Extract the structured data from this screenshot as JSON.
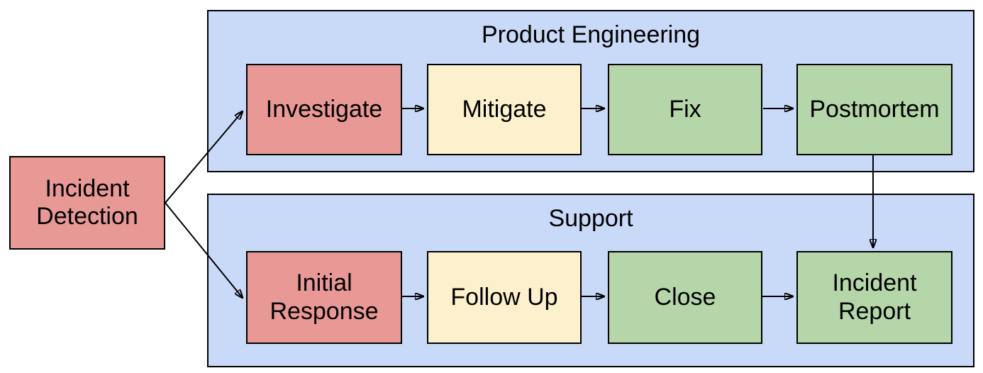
{
  "diagram": {
    "colors": {
      "node_red": "#e89996",
      "node_yellow": "#fdf0cc",
      "node_green": "#b5d6a9",
      "lane_fill": "#c9daf8",
      "stroke": "#000000",
      "text": "#000000",
      "background": "#ffffff"
    },
    "start_node": {
      "id": "incident-detection",
      "label": "Incident Detection",
      "color_role": "red"
    },
    "lanes": [
      {
        "id": "product-engineering",
        "label": "Product Engineering",
        "nodes": [
          {
            "id": "investigate",
            "label": "Investigate",
            "color_role": "red"
          },
          {
            "id": "mitigate",
            "label": "Mitigate",
            "color_role": "yellow"
          },
          {
            "id": "fix",
            "label": "Fix",
            "color_role": "green"
          },
          {
            "id": "postmortem",
            "label": "Postmortem",
            "color_role": "green"
          }
        ]
      },
      {
        "id": "support",
        "label": "Support",
        "nodes": [
          {
            "id": "initial-response",
            "label": "Initial Response",
            "color_role": "red"
          },
          {
            "id": "follow-up",
            "label": "Follow Up",
            "color_role": "yellow"
          },
          {
            "id": "close",
            "label": "Close",
            "color_role": "green"
          },
          {
            "id": "incident-report",
            "label": "Incident Report",
            "color_role": "green"
          }
        ]
      }
    ],
    "edges": [
      {
        "from": "incident-detection",
        "to": "investigate"
      },
      {
        "from": "incident-detection",
        "to": "initial-response"
      },
      {
        "from": "investigate",
        "to": "mitigate"
      },
      {
        "from": "mitigate",
        "to": "fix"
      },
      {
        "from": "fix",
        "to": "postmortem"
      },
      {
        "from": "postmortem",
        "to": "incident-report"
      },
      {
        "from": "initial-response",
        "to": "follow-up"
      },
      {
        "from": "follow-up",
        "to": "close"
      },
      {
        "from": "close",
        "to": "incident-report"
      }
    ]
  }
}
